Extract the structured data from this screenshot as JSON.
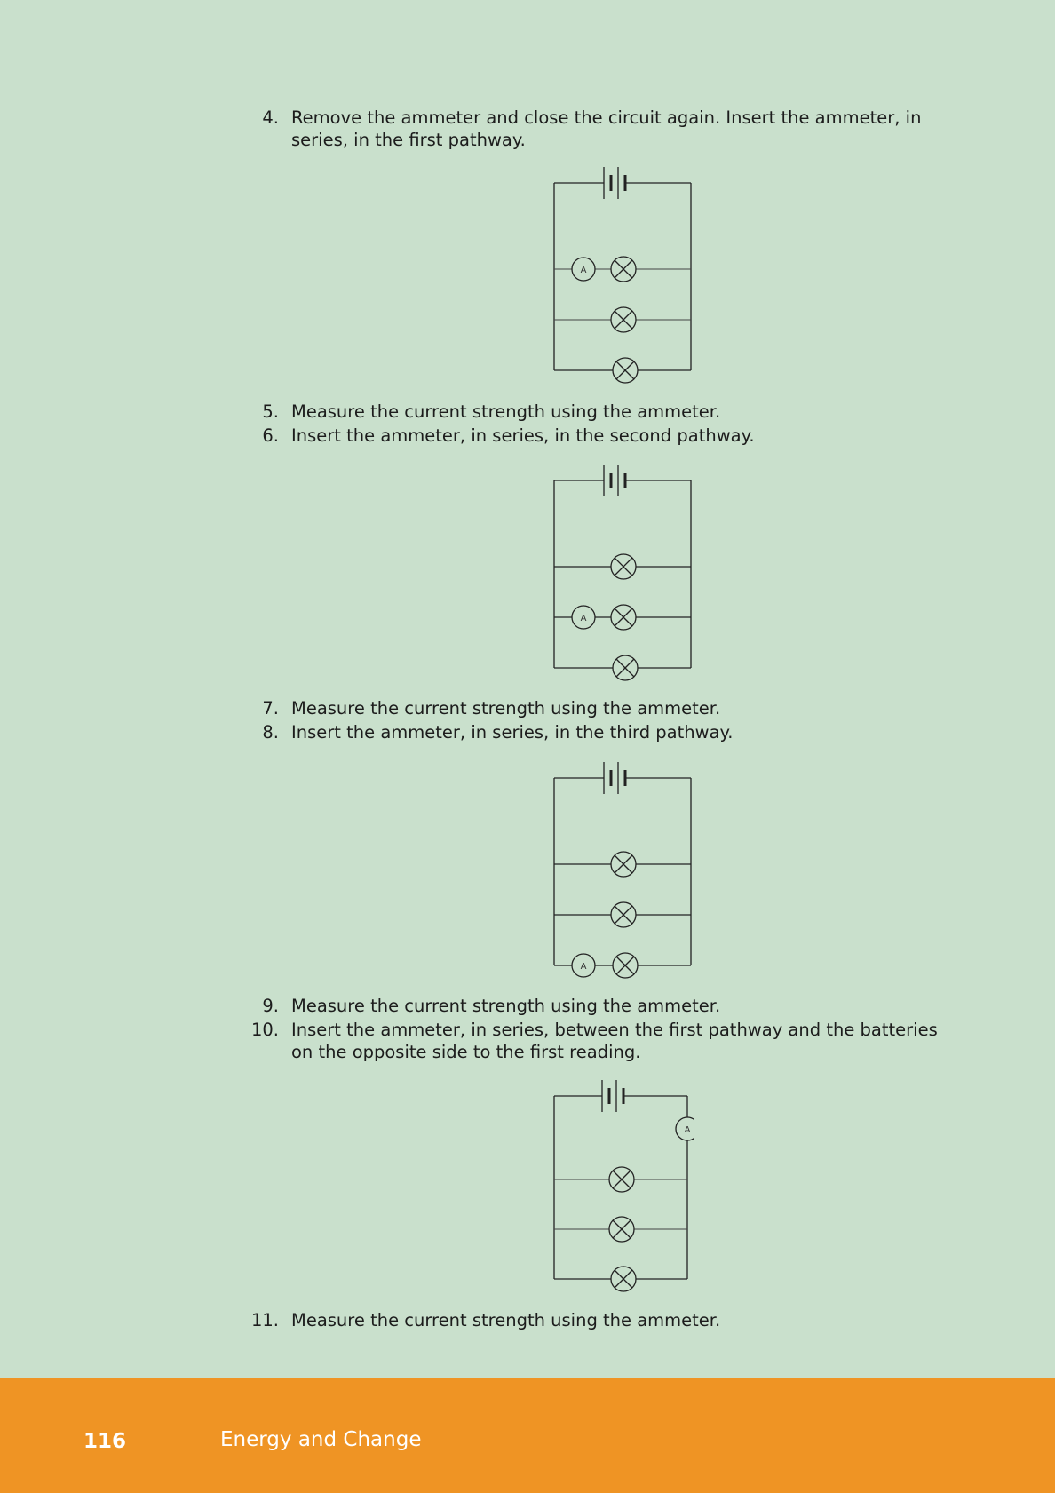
{
  "steps": [
    {
      "num": "4.",
      "text": "Remove the ammeter and close the circuit again. Insert the ammeter, in series, in the first pathway."
    },
    {
      "num": "5.",
      "text": "Measure the current strength using the ammeter."
    },
    {
      "num": "6.",
      "text": "Insert the ammeter, in series, in the second pathway."
    },
    {
      "num": "7.",
      "text": "Measure the current strength using the ammeter."
    },
    {
      "num": "8.",
      "text": "Insert the ammeter, in series, in the third pathway."
    },
    {
      "num": "9.",
      "text": "Measure the current strength using the ammeter."
    },
    {
      "num": "10.",
      "text": "Insert the ammeter, in series, between the first pathway and the batteries on the opposite side to the first reading."
    },
    {
      "num": "11.",
      "text": "Measure the current strength using the ammeter."
    }
  ],
  "ammeter_label": "A",
  "footer": {
    "page_number": "116",
    "chapter_title": "Energy and Change"
  },
  "colors": {
    "page_background": "#c9e0cc",
    "footer_background": "#ef9424",
    "footer_text": "#ffffff"
  }
}
